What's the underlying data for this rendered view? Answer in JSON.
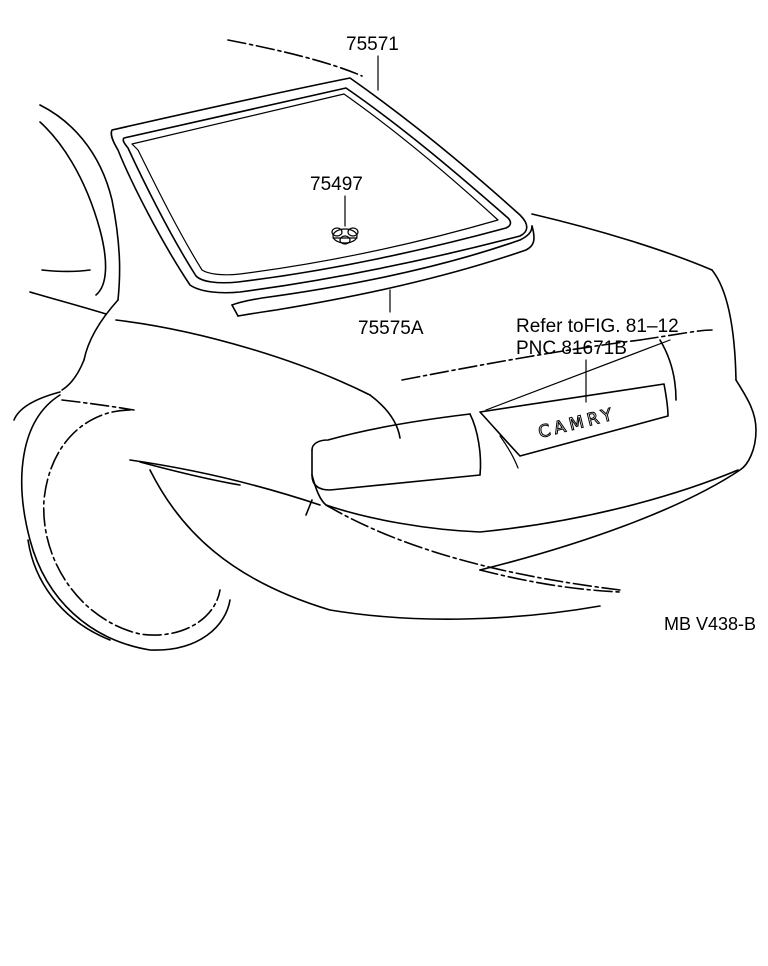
{
  "callouts": {
    "rear_glass_weatherstrip": "75571",
    "emblem": "75497",
    "molding": "75575A",
    "refer_line1": "Refer toFIG. 81–12",
    "refer_line2": "PNC 81671B"
  },
  "emblem_text": "CAMRY",
  "figure_code": "MB V438-B"
}
